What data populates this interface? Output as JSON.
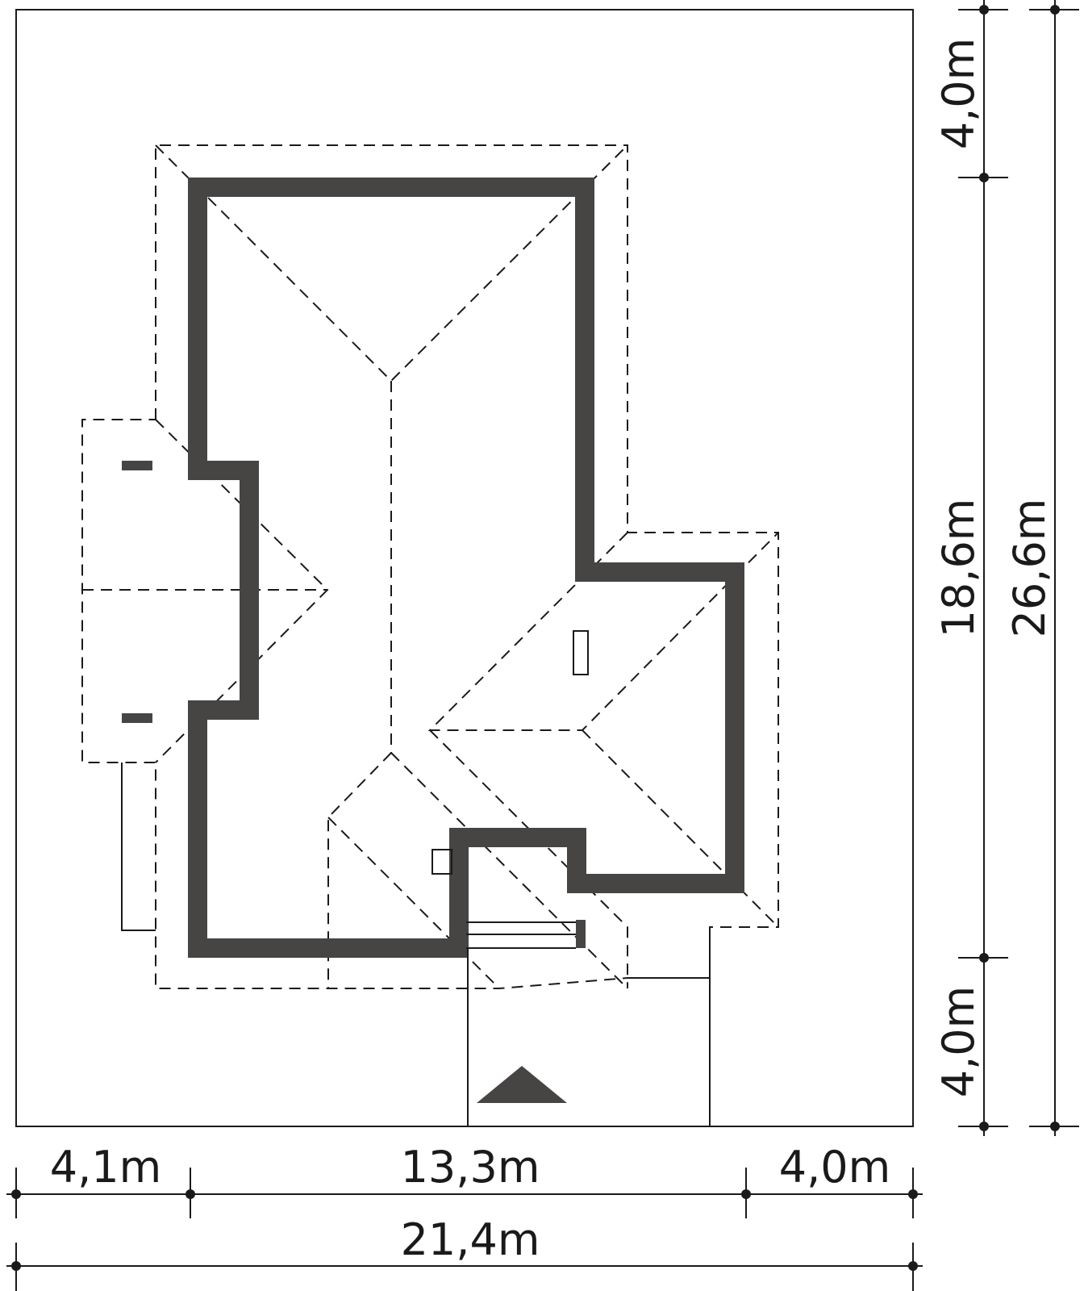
{
  "colors": {
    "wall": "#474444",
    "line": "#1a1a1a",
    "background": "#ffffff"
  },
  "dimensions": {
    "bottom_left": "4,1m",
    "bottom_middle": "13,3m",
    "bottom_right": "4,0m",
    "bottom_total": "21,4m",
    "right_top": "4,0m",
    "right_middle": "18,6m",
    "right_bottom": "4,0m",
    "right_total": "26,6m"
  },
  "icons": {
    "entrance": "entrance-triangle-icon"
  }
}
